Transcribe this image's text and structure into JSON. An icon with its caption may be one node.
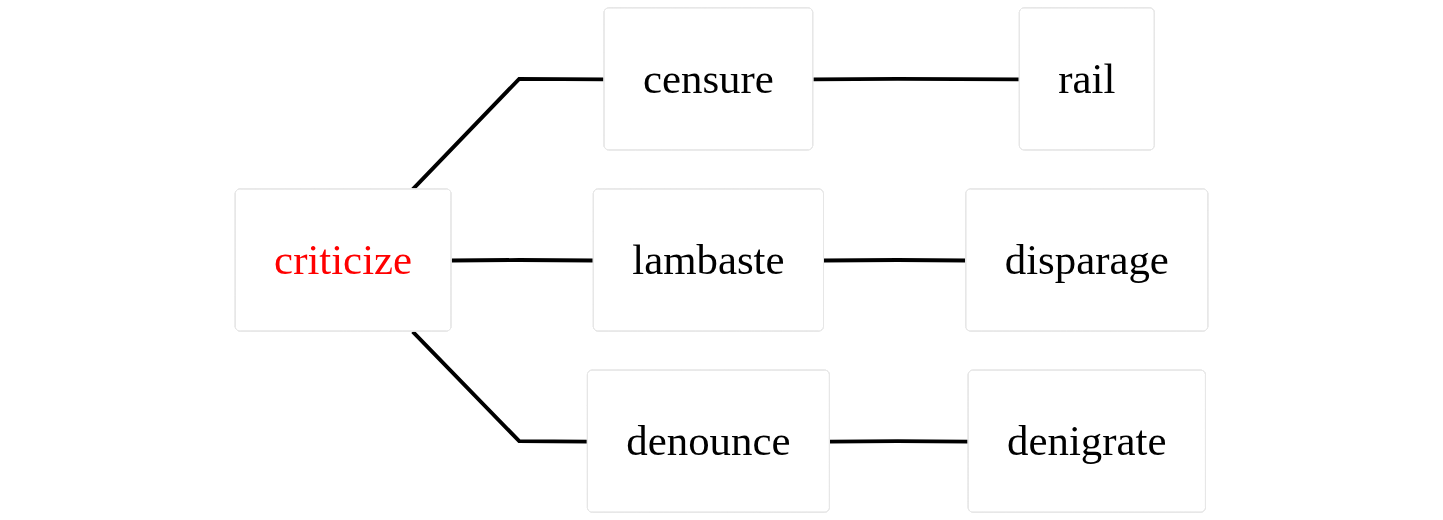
{
  "diagram": {
    "nodes": [
      {
        "text": [
          "criticize"
        ]
      },
      {
        "text": [
          "censure"
        ]
      },
      {
        "text": [
          "rail"
        ]
      },
      {
        "text": [
          "lambaste"
        ]
      },
      {
        "text": [
          "disparage"
        ]
      },
      {
        "text": [
          "denounce"
        ]
      },
      {
        "text": [
          "denigrate"
        ]
      }
    ],
    "edges": [
      {
        "from": 0,
        "to": 1,
        "arrow": "none"
      },
      {
        "from": 0,
        "to": 3,
        "arrow": "none"
      },
      {
        "from": 0,
        "to": 5,
        "arrow": "none"
      },
      {
        "from": 1,
        "to": 2,
        "arrow": "none"
      },
      {
        "from": 3,
        "to": 4,
        "arrow": "none"
      },
      {
        "from": 5,
        "to": 6,
        "arrow": "none"
      }
    ]
  }
}
